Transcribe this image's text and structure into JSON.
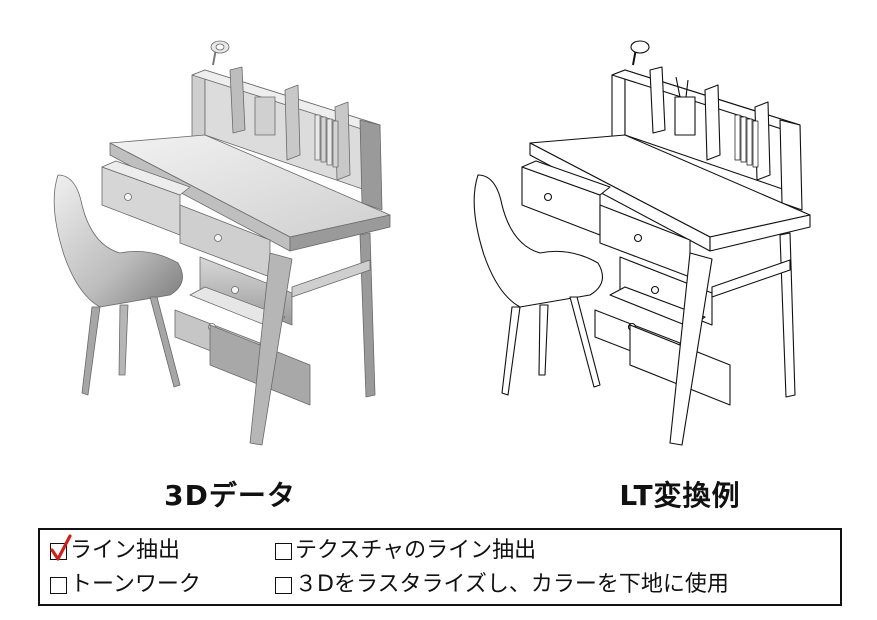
{
  "captions": {
    "left": "3Dデータ",
    "right": "LT変換例"
  },
  "options": [
    {
      "label": "ライン抽出",
      "checked": true
    },
    {
      "label": "テクスチャのライン抽出",
      "checked": false
    },
    {
      "label": "トーンワーク",
      "checked": false
    },
    {
      "label": "３Dをラスタライズし、カラーを下地に使用",
      "checked": false
    }
  ],
  "colors": {
    "check_mark": "#d0201a",
    "shade_light": "#e4e4e4",
    "shade_mid": "#bdbdbd",
    "shade_dark": "#8a8a8a",
    "ink": "#111111"
  },
  "illustrations": {
    "left": "desk-with-chair-3d-shaded",
    "right": "desk-with-chair-line-art"
  }
}
